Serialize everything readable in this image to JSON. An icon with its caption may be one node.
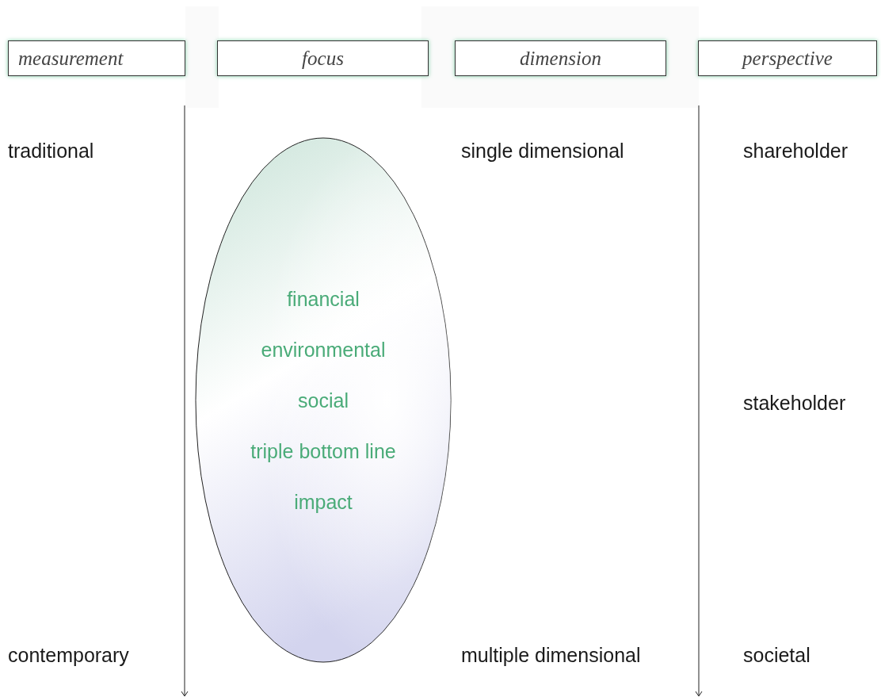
{
  "diagram": {
    "nodes": [
      {
        "text": [
          "measurement"
        ]
      },
      {
        "text": [
          "focus"
        ]
      },
      {
        "text": [
          "dimension"
        ]
      },
      {
        "text": [
          "perspective"
        ]
      },
      {
        "text": [
          "financial",
          "environmental",
          "social",
          "triple bottom line",
          "impact"
        ]
      }
    ],
    "labels": [
      "traditional",
      "single dimensional",
      "shareholder",
      "stakeholder",
      "contemporary",
      "multiple dimensional",
      "societal"
    ]
  }
}
